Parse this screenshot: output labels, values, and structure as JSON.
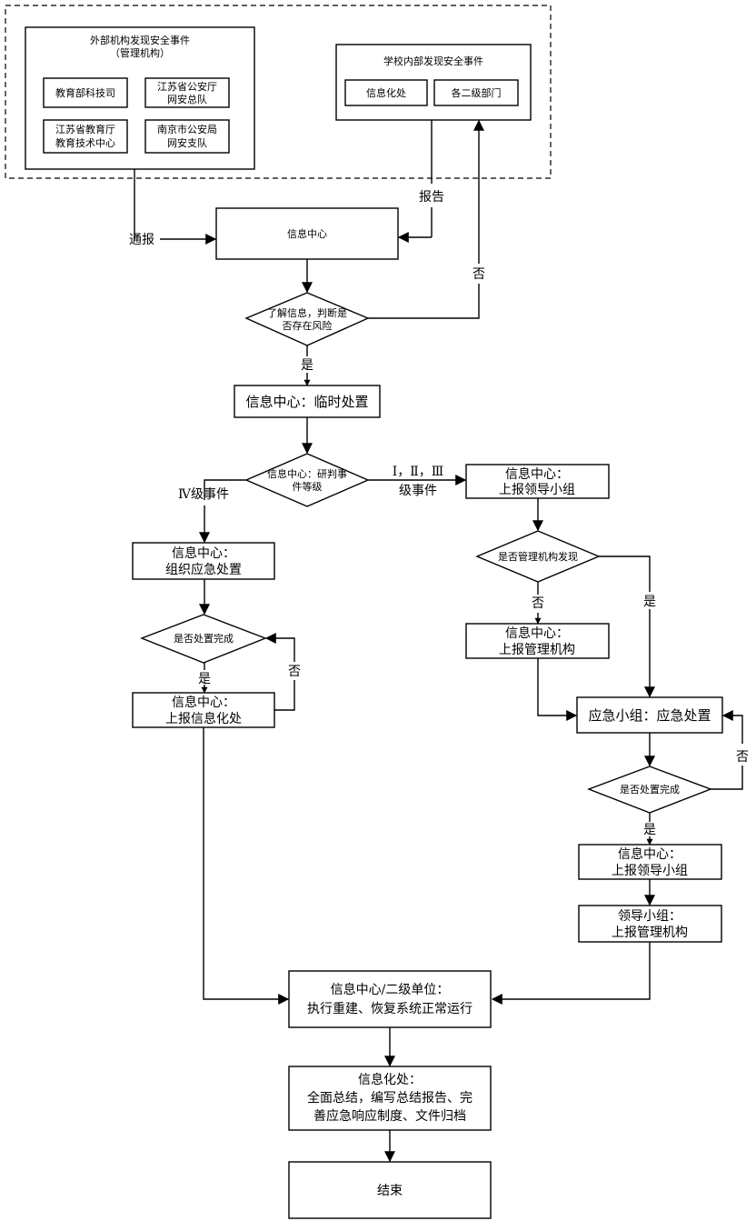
{
  "groups": {
    "external": {
      "title_line1": "外部机构发现安全事件",
      "title_line2": "（管理机构）",
      "items": [
        {
          "line1": "教育部科技司",
          "line2": ""
        },
        {
          "line1": "江苏省公安厅",
          "line2": "网安总队"
        },
        {
          "line1": "江苏省教育厅",
          "line2": "教育技术中心"
        },
        {
          "line1": "南京市公安局",
          "line2": "网安支队"
        }
      ]
    },
    "internal": {
      "title": "学校内部发现安全事件",
      "items": [
        "信息化处",
        "各二级部门"
      ]
    }
  },
  "nodes": {
    "info_center": "信息中心",
    "judge_risk": {
      "line1": "了解信息，判断是",
      "line2": "否存在风险"
    },
    "temp_handle": "信息中心：临时处置",
    "judge_level": {
      "line1": "信息中心：研判事",
      "line2": "件等级"
    },
    "organize": {
      "line1": "信息中心：",
      "line2": "组织应急处置"
    },
    "done_left": "是否处置完成",
    "report_it": {
      "line1": "信息中心：",
      "line2": "上报信息化处"
    },
    "report_leader_top": {
      "line1": "信息中心：",
      "line2": "上报领导小组"
    },
    "found_by_mgmt": "是否管理机构发现",
    "report_mgmt": {
      "line1": "信息中心：",
      "line2": "上报管理机构"
    },
    "emergency_group": "应急小组：应急处置",
    "done_right": "是否处置完成",
    "report_leader_bottom": {
      "line1": "信息中心：",
      "line2": "上报领导小组"
    },
    "leader_report_mgmt": {
      "line1": "领导小组：",
      "line2": "上报管理机构"
    },
    "rebuild": {
      "line1": "信息中心/二级单位：",
      "line2": "执行重建、恢复系统正常运行"
    },
    "summary": {
      "line1": "信息化处：",
      "line2": "全面总结，编写总结报告、完",
      "line3": "善应急响应制度、文件归档"
    },
    "end": "结束"
  },
  "edges": {
    "notify": "通报",
    "report": "报告",
    "no": "否",
    "yes": "是",
    "level4": "Ⅳ级事件",
    "level123_line1": "Ⅰ，Ⅱ，Ⅲ",
    "level123_line2": "级事件"
  }
}
